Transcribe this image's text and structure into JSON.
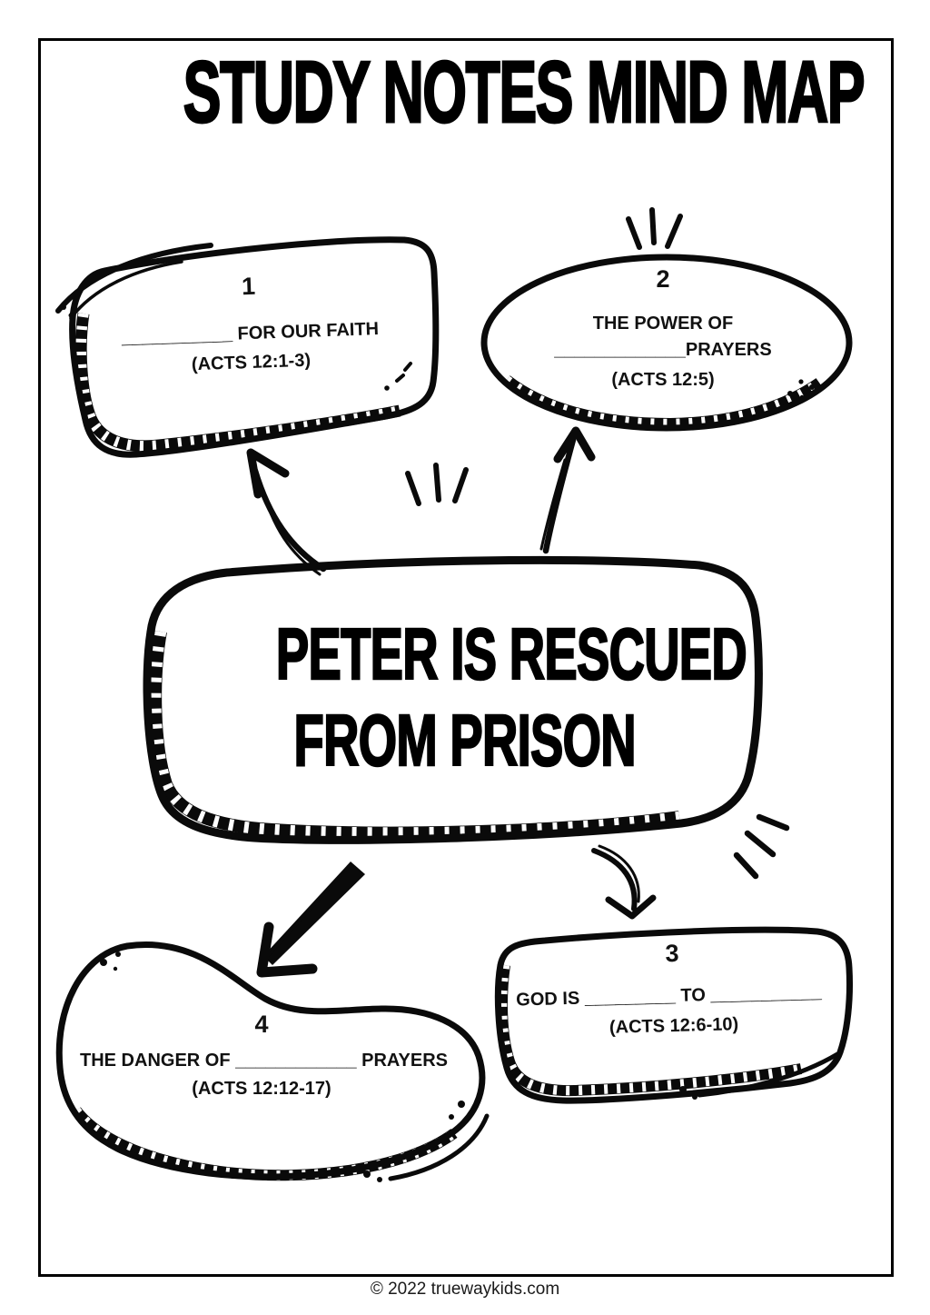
{
  "page": {
    "title": "STUDY NOTES MIND MAP",
    "footer": "© 2022 truewaykids.com",
    "background_color": "#ffffff",
    "ink_color": "#0a0a0a"
  },
  "center_bubble": {
    "line1": "PETER IS RESCUED",
    "line2": "FROM PRISON"
  },
  "bubbles": [
    {
      "number": "1",
      "line1": "___________ FOR OUR FAITH",
      "reference": "(ACTS 12:1-3)"
    },
    {
      "number": "2",
      "line1": "THE POWER OF",
      "line2": "_____________PRAYERS",
      "reference": "(ACTS 12:5)"
    },
    {
      "number": "3",
      "line1": "GOD IS _________ TO ___________",
      "reference": "(ACTS 12:6-10)"
    },
    {
      "number": "4",
      "line1": "THE DANGER OF ____________ PRAYERS",
      "reference": "(ACTS 12:12-17)"
    }
  ]
}
